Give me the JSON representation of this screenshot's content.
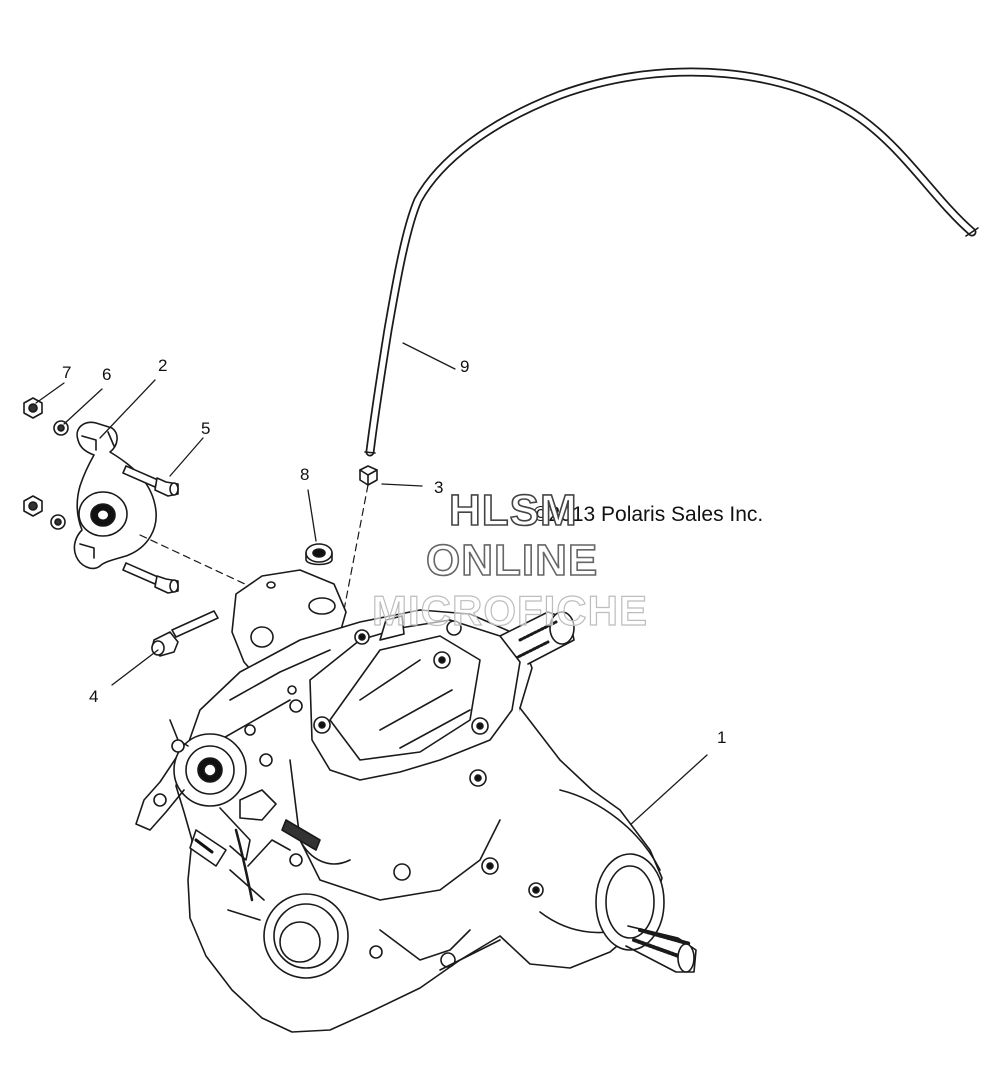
{
  "diagram": {
    "callouts": {
      "c1": "1",
      "c2": "2",
      "c3": "3",
      "c4": "4",
      "c5": "5",
      "c6": "6",
      "c7": "7",
      "c8": "8",
      "c9": "9"
    },
    "copyright": "©2013 Polaris Sales Inc.",
    "watermark": {
      "line1": "HLSM",
      "line2": "ONLINE",
      "line3": "MICROFICHE"
    }
  }
}
